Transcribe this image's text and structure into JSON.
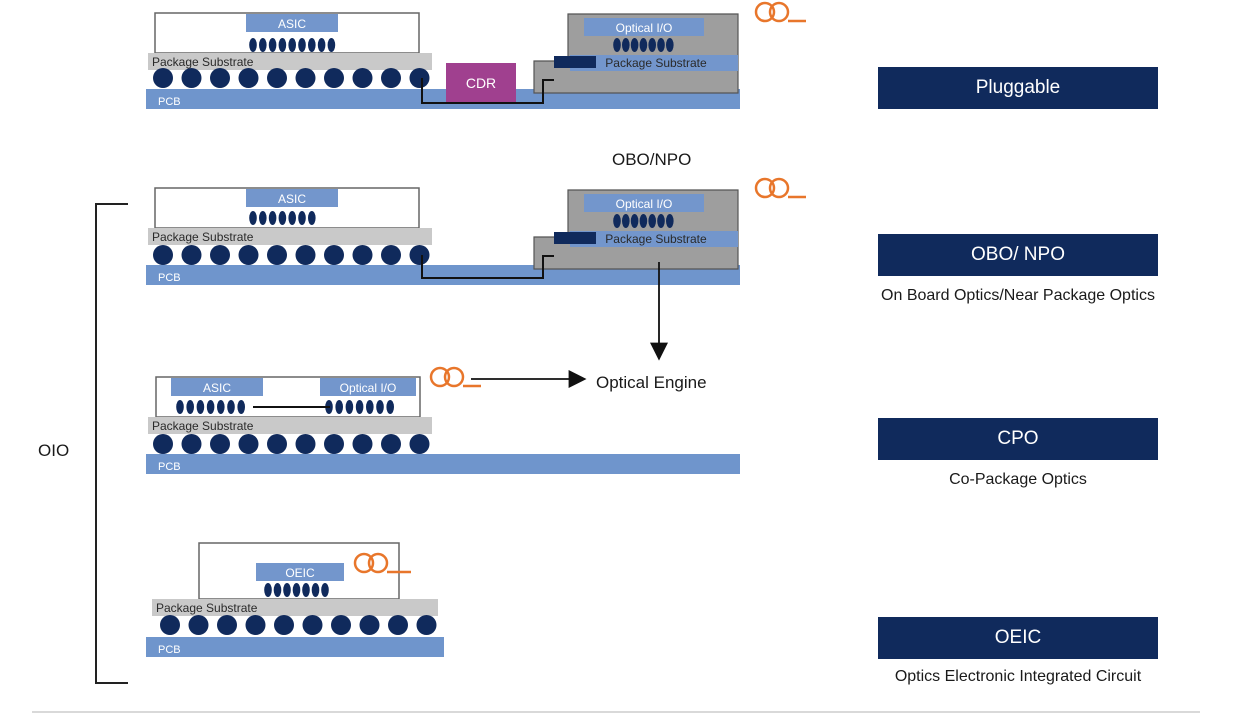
{
  "diagram": {
    "chip_labels": {
      "asic": "ASIC",
      "optical_io": "Optical I/O",
      "oeic": "OEIC",
      "cdr": "CDR",
      "package_substrate": "Package Substrate",
      "pcb": "PCB"
    },
    "annotations": {
      "obo_npo_heading": "OBO/NPO",
      "optical_engine": "Optical Engine",
      "oio": "OIO"
    },
    "categories": [
      {
        "name": "Pluggable",
        "caption": ""
      },
      {
        "name": "OBO/ NPO",
        "caption": "On Board Optics/Near Package Optics"
      },
      {
        "name": "CPO",
        "caption": "Co-Package Optics"
      },
      {
        "name": "OEIC",
        "caption": "Optics Electronic Integrated Circuit"
      }
    ],
    "colors": {
      "pcb": "#6f95cc",
      "substrate": "#c9c9c9",
      "chip": "#7396cc",
      "solder_ball": "#102a5c",
      "category_box": "#102a5c",
      "cdr": "#a0408f",
      "fiber": "#e8762b",
      "module_housing": "#9e9e9e"
    }
  }
}
